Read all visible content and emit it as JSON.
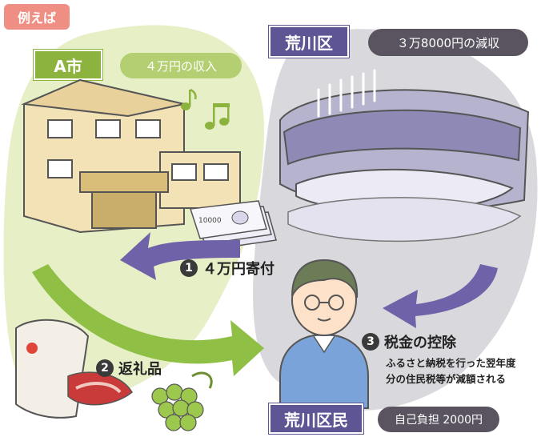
{
  "example_tag": "例えば",
  "city": {
    "name": "A市",
    "income": "４万円の収入"
  },
  "ward": {
    "name": "荒川区",
    "reduction": "３万8000円の減収"
  },
  "resident": {
    "name": "荒川区民",
    "burden": "自己負担 2000円"
  },
  "steps": [
    {
      "num": "1",
      "label": "４万円寄付"
    },
    {
      "num": "2",
      "label": "返礼品"
    },
    {
      "num": "3",
      "label": "税金の控除",
      "desc_line1": "ふるさと納税を行った翌年度",
      "desc_line2": "分の住民税等が減額される"
    }
  ],
  "banknote_text": "10000",
  "colors": {
    "green_bg": "#e6efc6",
    "gray_bg": "#d9d9dd",
    "green_label": "#8bb33e",
    "purple_label": "#5e5595",
    "purple_arrow": "#7062a8",
    "green_arrow": "#8fbf45",
    "tag": "#ef8f83"
  }
}
